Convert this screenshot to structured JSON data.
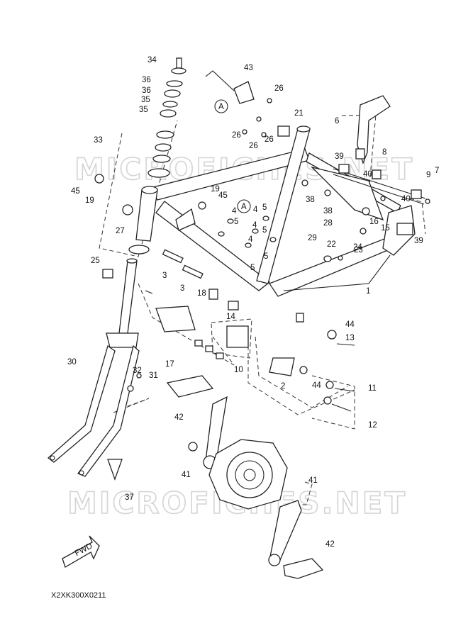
{
  "diagram": {
    "drawing_code": "X2XK300X0211",
    "watermark": "MICROFICHES.NET",
    "fwd_label": "FWD",
    "reference_marker": "A",
    "callouts": [
      "1",
      "2",
      "3",
      "3",
      "4",
      "4",
      "4",
      "4",
      "5",
      "5",
      "5",
      "5",
      "5",
      "6",
      "7",
      "8",
      "9",
      "10",
      "11",
      "12",
      "13",
      "14",
      "15",
      "16",
      "17",
      "18",
      "19",
      "19",
      "21",
      "22",
      "23",
      "24",
      "25",
      "26",
      "26",
      "26",
      "26",
      "27",
      "28",
      "29",
      "30",
      "31",
      "32",
      "33",
      "34",
      "35",
      "35",
      "36",
      "36",
      "37",
      "38",
      "38",
      "39",
      "39",
      "40",
      "40",
      "41",
      "41",
      "42",
      "42",
      "43",
      "44",
      "44",
      "45",
      "45"
    ]
  }
}
